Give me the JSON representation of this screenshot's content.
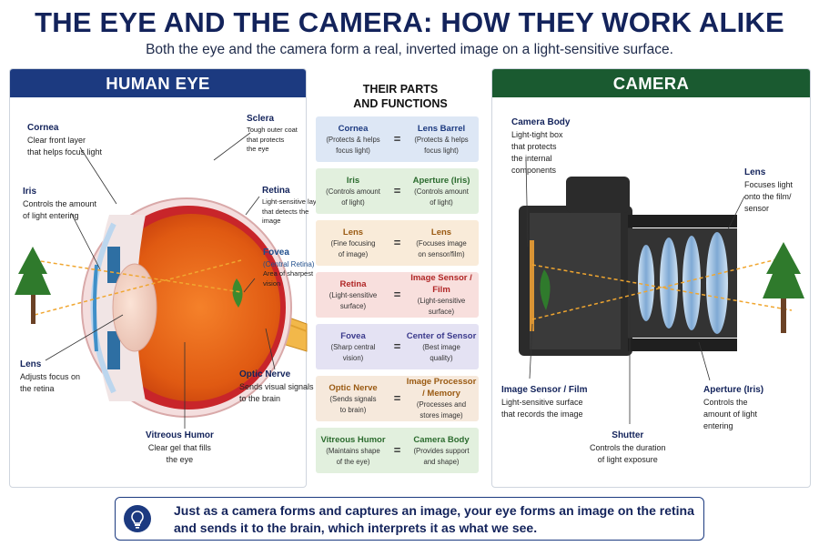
{
  "title": "THE EYE AND THE CAMERA: HOW THEY WORK ALIKE",
  "subtitle": "Both the eye and the camera form a real, inverted image on a light-sensitive surface.",
  "eye_panel": {
    "header": "HUMAN EYE",
    "labels": {
      "cornea": {
        "title": "Cornea",
        "desc": [
          "Clear front layer",
          "that helps focus light"
        ]
      },
      "iris": {
        "title": "Iris",
        "desc": [
          "Controls the amount",
          "of light entering"
        ]
      },
      "lens": {
        "title": "Lens",
        "desc": [
          "Adjusts focus on",
          "the retina"
        ]
      },
      "sclera": {
        "title": "Sclera",
        "desc": [
          "Tough outer coat",
          "that protects",
          "the eye"
        ]
      },
      "retina": {
        "title": "Retina",
        "desc": [
          "Light-sensitive layer",
          "that detects the",
          "image"
        ]
      },
      "fovea": {
        "title": "Fovea",
        "paren": "(Central Retina)",
        "desc": [
          "Area of sharpest",
          "vision"
        ]
      },
      "optic_nerve": {
        "title": "Optic Nerve",
        "desc": [
          "Sends visual signals",
          "to the brain"
        ]
      },
      "vitreous": {
        "title": "Vitreous Humor",
        "desc": [
          "Clear gel that fills",
          "the eye"
        ]
      }
    }
  },
  "center": {
    "title_lines": [
      "THEIR PARTS",
      "AND FUNCTIONS"
    ],
    "equals": "=",
    "rows": [
      {
        "left_name": "Cornea",
        "left_desc": [
          "(Protects & helps",
          "focus light)"
        ],
        "right_name": "Lens Barrel",
        "right_desc": [
          "(Protects & helps",
          "focus light)"
        ],
        "bg": "#dde7f5",
        "name_color": "#1c3a80"
      },
      {
        "left_name": "Iris",
        "left_desc": [
          "(Controls amount",
          "of light)"
        ],
        "right_name": "Aperture (Iris)",
        "right_desc": [
          "(Controls amount",
          "of light)"
        ],
        "bg": "#e2f0de",
        "name_color": "#2b6b2e"
      },
      {
        "left_name": "Lens",
        "left_desc": [
          "(Fine focusing",
          "of image)"
        ],
        "right_name": "Lens",
        "right_desc": [
          "(Focuses image",
          "on sensor/film)"
        ],
        "bg": "#f9ebd9",
        "name_color": "#9a5a12"
      },
      {
        "left_name": "Retina",
        "left_desc": [
          "(Light-sensitive",
          "surface)"
        ],
        "right_name": "Image Sensor / Film",
        "right_desc": [
          "(Light-sensitive",
          "surface)"
        ],
        "bg": "#f8dfdd",
        "name_color": "#b02626"
      },
      {
        "left_name": "Fovea",
        "left_desc": [
          "(Sharp central",
          "vision)"
        ],
        "right_name": "Center of Sensor",
        "right_desc": [
          "(Best image",
          "quality)"
        ],
        "bg": "#e4e2f3",
        "name_color": "#3b3a8c"
      },
      {
        "left_name": "Optic Nerve",
        "left_desc": [
          "(Sends signals",
          "to brain)"
        ],
        "right_name": "Image Processor / Memory",
        "right_desc": [
          "(Processes and",
          "stores image)"
        ],
        "bg": "#f6e9dc",
        "name_color": "#9a5a12"
      },
      {
        "left_name": "Vitreous Humor",
        "left_desc": [
          "(Maintains shape",
          "of the eye)"
        ],
        "right_name": "Camera Body",
        "right_desc": [
          "(Provides support",
          "and shape)"
        ],
        "bg": "#e2f0de",
        "name_color": "#2b6b2e"
      }
    ]
  },
  "camera_panel": {
    "header": "CAMERA",
    "labels": {
      "body": {
        "title": "Camera Body",
        "desc": [
          "Light-tight box",
          "that protects",
          "the internal",
          "components"
        ]
      },
      "lens": {
        "title": "Lens",
        "desc": [
          "Focuses light",
          "onto the film/",
          "sensor"
        ]
      },
      "sensor": {
        "title": "Image Sensor / Film",
        "desc": [
          "Light-sensitive surface",
          "that records the image"
        ]
      },
      "aperture": {
        "title": "Aperture (Iris)",
        "desc": [
          "Controls the",
          "amount of light",
          "entering"
        ]
      },
      "shutter": {
        "title": "Shutter",
        "desc": [
          "Controls the duration",
          "of light exposure"
        ]
      }
    }
  },
  "bottom_note": "Just as a camera forms and captures an image, your eye forms an image on the retina and sends it to the brain, which interprets it as what we see.",
  "icons": {
    "bottom": "lightbulb-icon",
    "tree": "tree-icon"
  },
  "colors": {
    "eye_header": "#1c3a80",
    "camera_header": "#1a5a30",
    "title": "#13235b"
  }
}
